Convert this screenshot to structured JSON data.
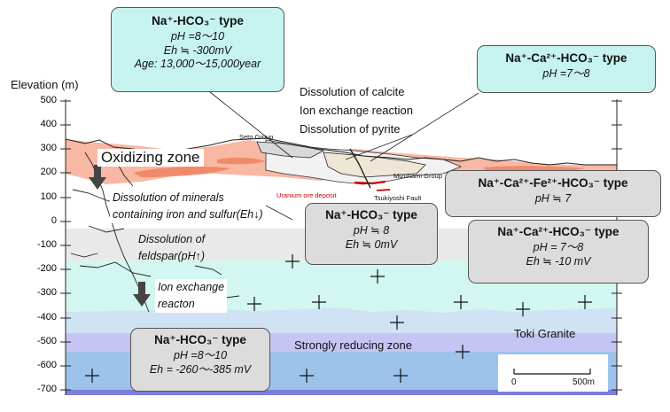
{
  "axis": {
    "title": "Elevation (m)",
    "ticks": [
      "500",
      "400",
      "300",
      "200",
      "100",
      "0",
      "-100",
      "-200",
      "-300",
      "-400",
      "-500",
      "-600",
      "-700"
    ]
  },
  "boxes": {
    "top_left": {
      "title": "Na⁺-HCO₃⁻ type",
      "lines": [
        "pH =8～10",
        "Eh ≒ -300mV",
        "Age: 13,000～15,000year"
      ]
    },
    "top_right": {
      "title": "Na⁺-Ca²⁺-HCO₃⁻ type",
      "lines": [
        "pH =7～8"
      ]
    },
    "mid_center": {
      "title": "Na⁺-HCO₃⁻ type",
      "lines": [
        "pH ≒ 8",
        "Eh ≒ 0mV"
      ]
    },
    "mid_right_upper": {
      "title": "Na⁺-Ca²⁺-Fe²⁺-HCO₃⁻ type",
      "lines": [
        "pH ≒ 7"
      ]
    },
    "mid_right_lower": {
      "title": "Na⁺-Ca²⁺-HCO₃⁻ type",
      "lines": [
        "pH = 7～8",
        "Eh ≒ -10 mV"
      ]
    },
    "bottom_left": {
      "title": "Na⁺-HCO₃⁻ type",
      "lines": [
        "pH =8～10",
        "Eh = -260～-385 mV"
      ]
    }
  },
  "processes": [
    "Dissolution of calcite",
    "Ion exchange reaction",
    "Dissolution of pyrite"
  ],
  "labels": {
    "oxidizing_zone": "Oxidizing zone",
    "dissolution_minerals_1": "Dissolution of minerals",
    "dissolution_minerals_2": "containing iron and sulfur(Eh↓)",
    "dissolution_feldspar_1": "Dissolution of",
    "dissolution_feldspar_2": "feldspar(pH↑)",
    "ion_exchange_1": "Ion exchange",
    "ion_exchange_2": "reacton",
    "strongly_reducing": "Strongly reducing zone",
    "toki_granite": "Toki Granite",
    "seto_group": "Seto Group",
    "mizunami_group": "Mizunami Group",
    "uranium_deposit": "Uranium ore deposit",
    "tsukiyoshi_fault": "Tsukiyoshi Fault"
  },
  "scale_bar": {
    "start": "0",
    "end": "500m"
  },
  "colors": {
    "cyan_box": "#c6f3f0",
    "gray_box": "#dcdcdc",
    "oxidized_band": "#f8b8a4",
    "mineral_lens": "#f08a6a",
    "uranium_red": "#cc0000",
    "reducing_blue": "#9dc3ea",
    "transition_cyan": "#d2f6f0",
    "lavender": "#c6c4f2"
  }
}
